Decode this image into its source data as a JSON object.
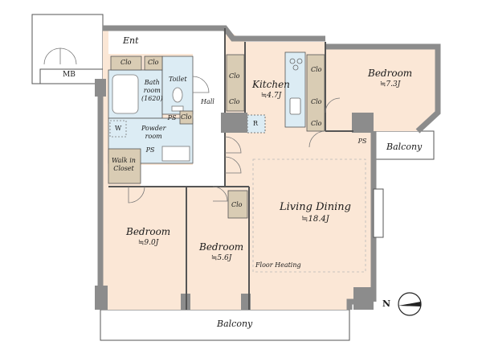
{
  "rooms": {
    "ent": "Ent",
    "mb": "MB",
    "bathroom": "Bath",
    "bathroom_line2": "room",
    "bathroom_size": "(1620)",
    "toilet": "Toilet",
    "hall": "Hall",
    "powder_room": "Powder",
    "powder_room_line2": "room",
    "walkin": "Walk in",
    "walkin_line2": "Closet",
    "kitchen": "Kitchen",
    "kitchen_size": "≒4.7J",
    "bedroom_ne": "Bedroom",
    "bedroom_ne_size": "≒7.3J",
    "balcony_east": "Balcony",
    "living_dining": "Living Dining",
    "living_dining_size": "≒18.4J",
    "floor_heating": "Floor Heating",
    "bedroom_sw": "Bedroom",
    "bedroom_sw_size": "≒9.0J",
    "bedroom_s": "Bedroom",
    "bedroom_s_size": "≒5.6J",
    "balcony_south": "Balcony"
  },
  "labels": {
    "clo": "Clo",
    "ps": "PS",
    "w": "W",
    "r": "R",
    "north": "N"
  },
  "colors": {
    "wall": "#8c8c8c",
    "flooring": "#fbe7d6",
    "wet_area": "#dcecf4",
    "closet": "#d9ccb4",
    "outline": "#555555"
  }
}
